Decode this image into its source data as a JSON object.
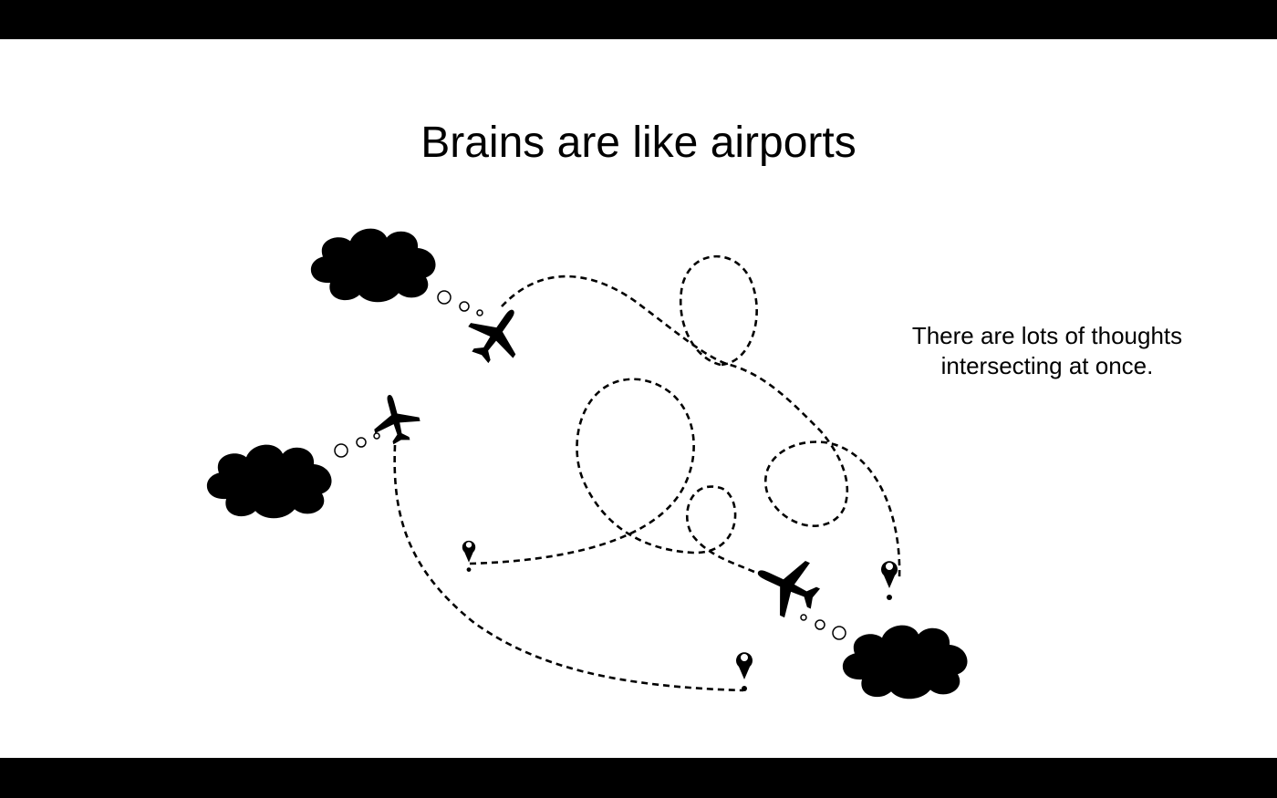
{
  "slide": {
    "title": "Brains are like airports",
    "caption_line1": "There are lots of thoughts",
    "caption_line2": "intersecting at once."
  },
  "colors": {
    "background": "#000000",
    "slide": "#ffffff",
    "cloud_fill": "#ececec",
    "ink": "#000000"
  },
  "icons": [
    "cloud-icon",
    "airplane-icon",
    "location-pin-icon",
    "thought-bubble-icon"
  ]
}
